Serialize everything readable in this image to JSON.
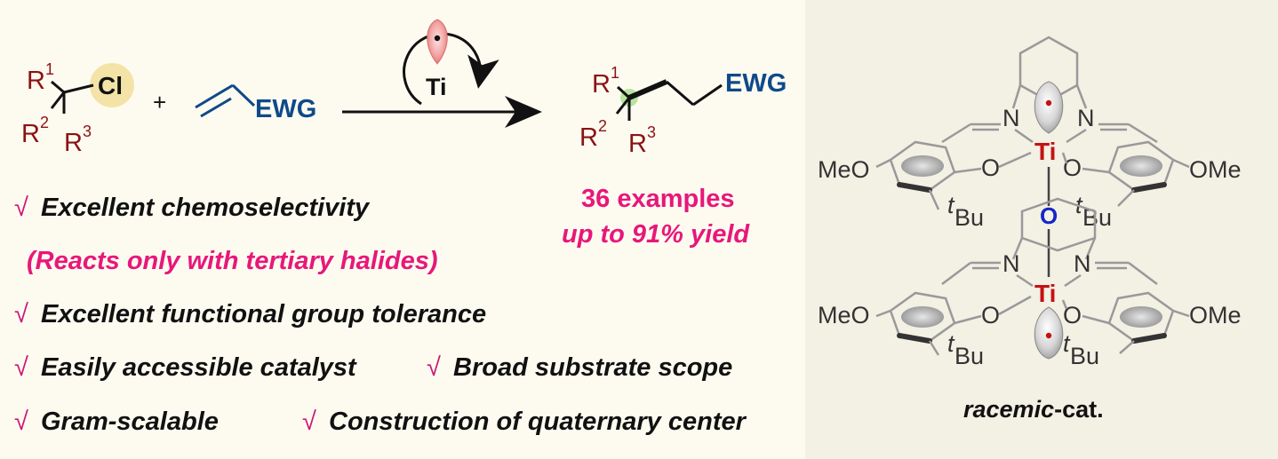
{
  "reaction": {
    "reactant_r1": "R",
    "reactant_r1_sup": "1",
    "reactant_r2": "R",
    "reactant_r2_sup": "2",
    "reactant_r3": "R",
    "reactant_r3_sup": "3",
    "halide": "Cl",
    "plus": "+",
    "alkene_ewg": "EWG",
    "catalyst_label": "Ti",
    "product_r1": "R",
    "product_r1_sup": "1",
    "product_r2": "R",
    "product_r2_sup": "2",
    "product_r3": "R",
    "product_r3_sup": "3",
    "product_ewg": "EWG"
  },
  "results": {
    "examples": "36 examples",
    "yield": "up to 91% yield"
  },
  "features": {
    "check": "√",
    "chemoselectivity": "Excellent chemoselectivity",
    "chemoselectivity_note": "(Reacts only with tertiary halides)",
    "tolerance": "Excellent functional group tolerance",
    "catalyst": "Easily accessible catalyst",
    "scope": "Broad substrate scope",
    "gram": "Gram-scalable",
    "quaternary": "Construction of quaternary center"
  },
  "catalyst_structure": {
    "ti": "Ti",
    "o_bridge": "O",
    "n": "N",
    "o": "O",
    "meo": "MeO",
    "ome": "OMe",
    "tbu_t": "t",
    "tbu_bu": "Bu",
    "caption_italic": "racemic",
    "caption_rest": "-cat."
  },
  "colors": {
    "background": "#fdfbf0",
    "right_panel": "#f3f0e4",
    "pink": "#e8177a",
    "maroon": "#8b1214",
    "navy": "#0e4a8a",
    "cl_circle": "#f3e3a7",
    "radical_center": "#b9e3a0"
  }
}
